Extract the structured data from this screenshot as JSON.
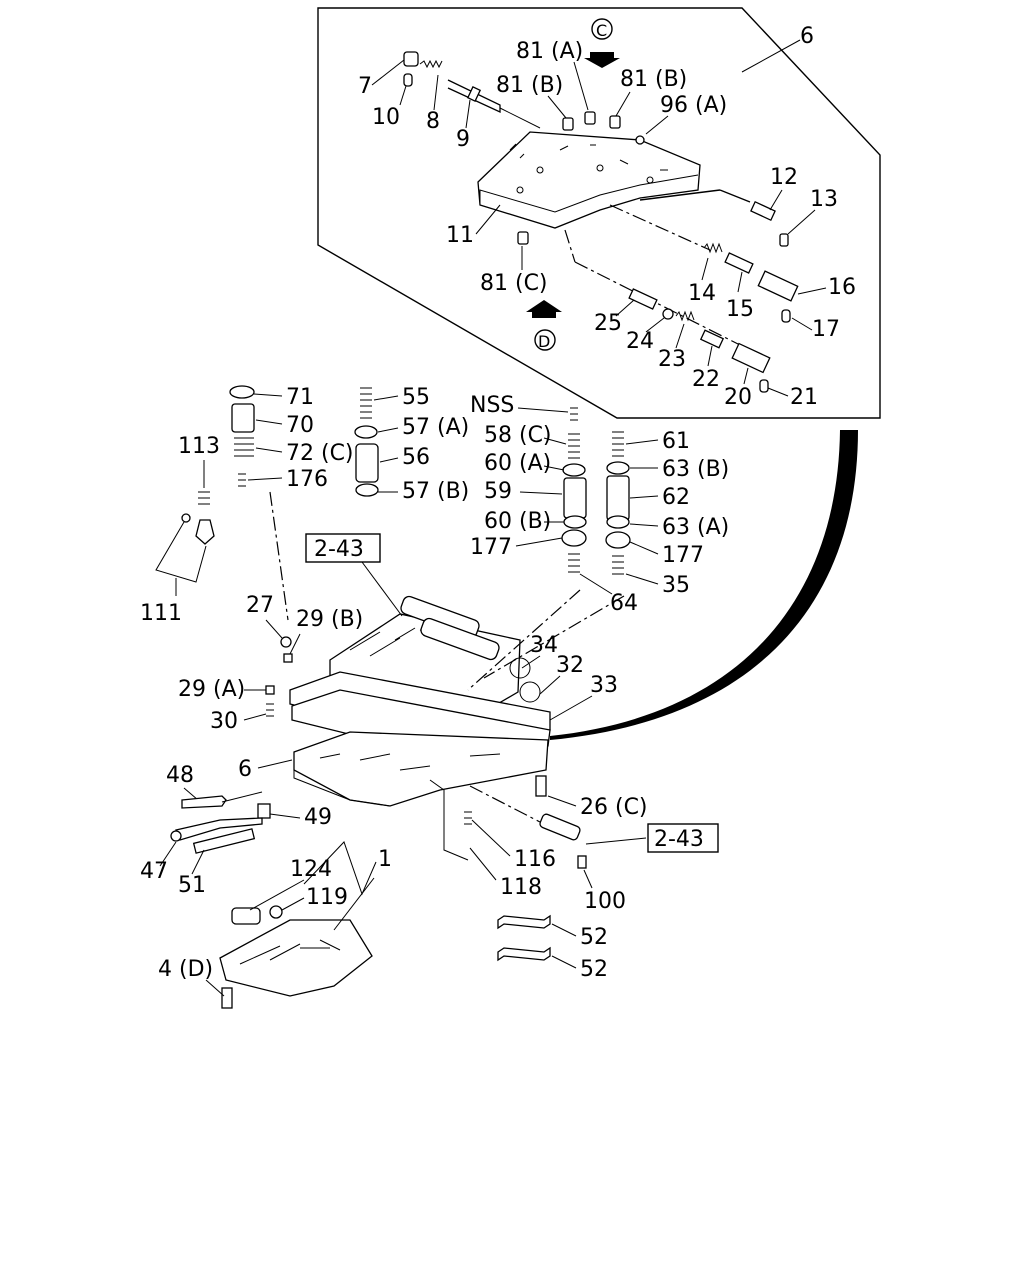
{
  "labels": {
    "l6_top": "6",
    "l7": "7",
    "l10": "10",
    "l8": "8",
    "l9": "9",
    "l81A": "81 (A)",
    "l81B_1": "81 (B)",
    "l81B_2": "81 (B)",
    "l96A": "96 (A)",
    "l11": "11",
    "l12": "12",
    "l13": "13",
    "l81C": "81 (C)",
    "l14": "14",
    "l15": "15",
    "l16": "16",
    "l17": "17",
    "l25": "25",
    "l24": "24",
    "l23": "23",
    "l22": "22",
    "l20": "20",
    "l21": "21",
    "lC": "C",
    "lD": "D",
    "l71": "71",
    "l70": "70",
    "l72C": "72 (C)",
    "l176": "176",
    "l113": "113",
    "l111": "111",
    "l55": "55",
    "l57A": "57 (A)",
    "l56": "56",
    "l57B": "57 (B)",
    "lNSS": "NSS",
    "l58C": "58 (C)",
    "l60A": "60 (A)",
    "l59": "59",
    "l60B": "60 (B)",
    "l177a": "177",
    "l64": "64",
    "l61": "61",
    "l63B": "63 (B)",
    "l62": "62",
    "l63A": "63 (A)",
    "l177b": "177",
    "l35": "35",
    "lRef1": "2-43",
    "lRef2": "2-43",
    "l27": "27",
    "l29B": "29 (B)",
    "l29A": "29 (A)",
    "l30": "30",
    "l34": "34",
    "l32": "32",
    "l33": "33",
    "l6_mid": "6",
    "l48": "48",
    "l49": "49",
    "l47": "47",
    "l51": "51",
    "l26C": "26 (C)",
    "l116": "116",
    "l118": "118",
    "l100": "100",
    "l124": "124",
    "l1": "1",
    "l119": "119",
    "l4D": "4 (D)",
    "l52a": "52",
    "l52b": "52"
  }
}
